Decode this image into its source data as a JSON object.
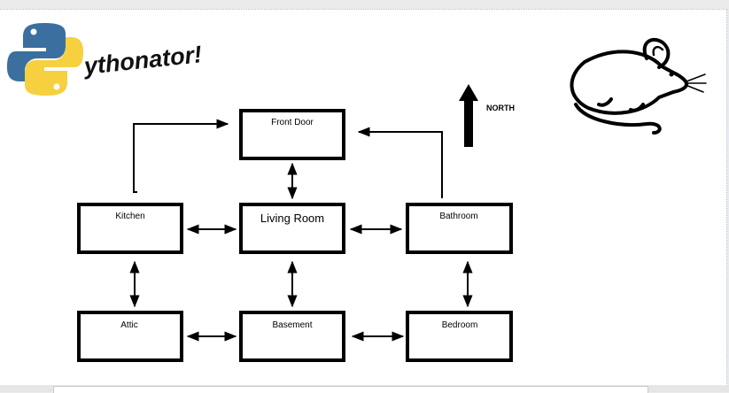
{
  "logo": {
    "text": "ythonator!",
    "python_colors": [
      "#3a6f9f",
      "#f7d040"
    ]
  },
  "north": {
    "label": "NORTH"
  },
  "rooms": {
    "front_door": "Front Door",
    "kitchen": "Kitchen",
    "living_room": "Living Room",
    "bathroom": "Bathroom",
    "attic": "Attic",
    "basement": "Basement",
    "bedroom": "Bedroom"
  },
  "icons": [
    "python-logo-icon",
    "mouse-icon",
    "north-arrow-icon"
  ]
}
